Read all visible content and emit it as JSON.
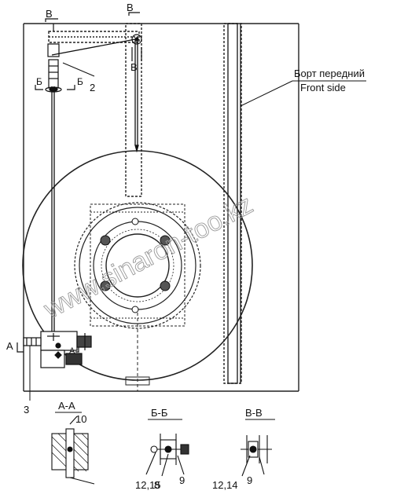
{
  "labels": {
    "front_side_ru": "Борт передний",
    "front_side_en": "Front side",
    "watermark": "www.sinaron-too.kz",
    "view_b_top": "В",
    "view_b_mid": "В",
    "view_c_top": "В",
    "section_b_left": "Б",
    "section_b_right": "Б",
    "callout_2": "2",
    "callout_3": "3",
    "section_a_left": "А",
    "section_a_right": "А"
  },
  "sections": [
    {
      "title": "А-А",
      "callouts": [
        "10"
      ]
    },
    {
      "title": "Б-Б",
      "callouts": [
        "12,15",
        "8",
        "9"
      ]
    },
    {
      "title": "В-В",
      "callouts": [
        "12,14",
        "9"
      ]
    }
  ]
}
